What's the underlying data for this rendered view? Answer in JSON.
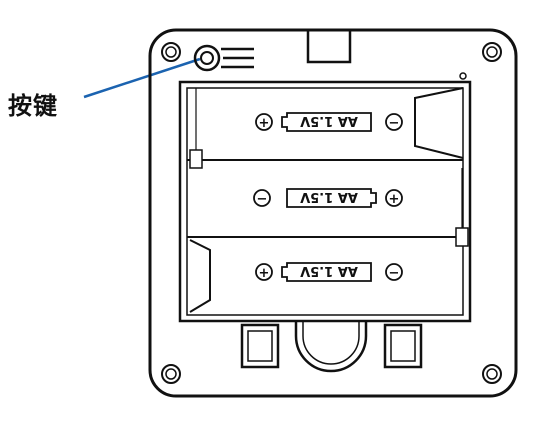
{
  "callout": {
    "label": "按键"
  },
  "batteries": [
    {
      "label": "AA 1.5V",
      "left_terminal": "+",
      "right_terminal": "−"
    },
    {
      "label": "AA 1.5V",
      "left_terminal": "−",
      "right_terminal": "+"
    },
    {
      "label": "AA 1.5V",
      "left_terminal": "+",
      "right_terminal": "−"
    }
  ],
  "colors": {
    "outline": "#111111",
    "leader_line": "#1b63b0",
    "background": "#ffffff"
  }
}
